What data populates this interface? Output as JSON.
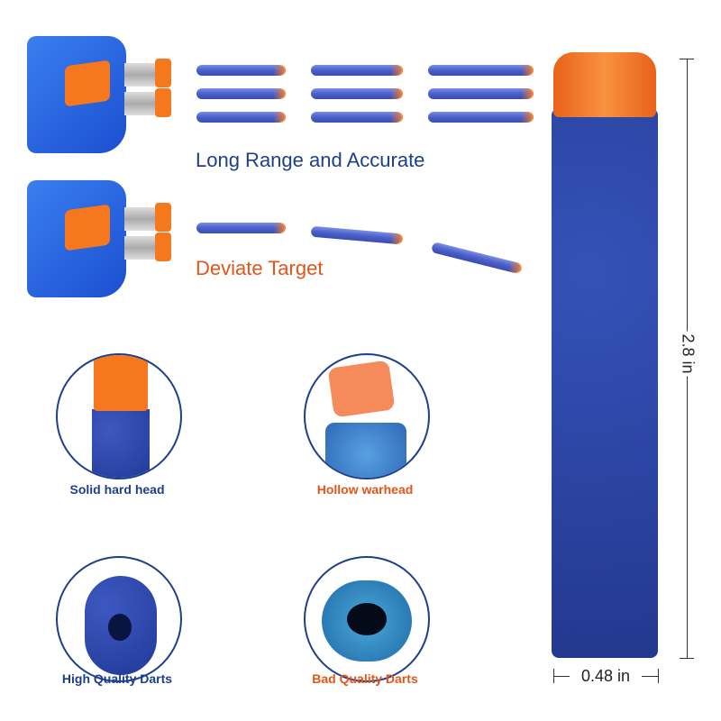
{
  "headings": {
    "long_range": "Long Range and Accurate",
    "deviate": "Deviate Target"
  },
  "features": [
    {
      "label": "Solid hard head"
    },
    {
      "label": "Hollow warhead"
    },
    {
      "label": "High Quality Darts"
    },
    {
      "label": "Bad Quality Darts"
    }
  ],
  "dimensions": {
    "length": "2.8 in",
    "diameter": "0.48 in"
  },
  "colors": {
    "navy": "#1e3f8a",
    "orange": "#e2551b",
    "dart_blue": "#2b45a8",
    "cap_orange": "#f5781f"
  }
}
